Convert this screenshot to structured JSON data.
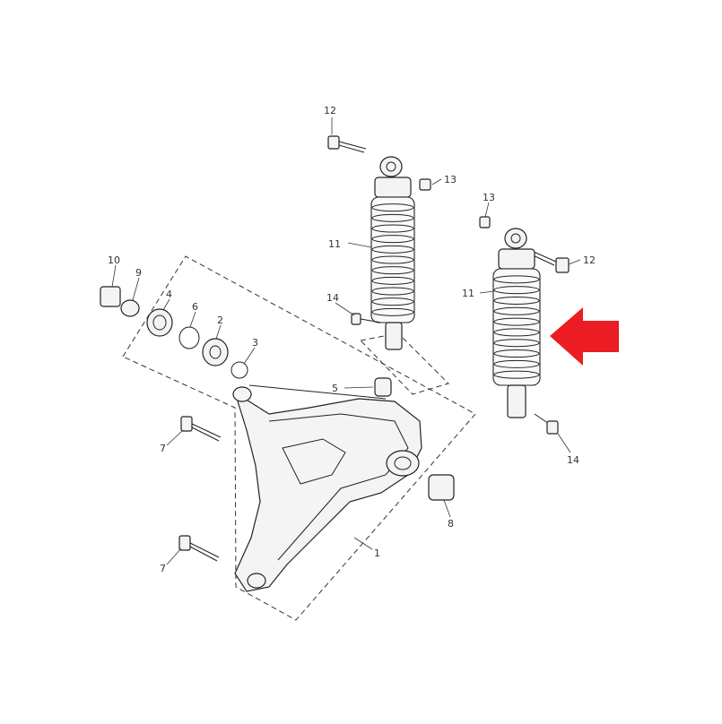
{
  "callouts": [
    "12",
    "13",
    "11",
    "14",
    "13",
    "12",
    "11",
    "14",
    "10",
    "9",
    "4",
    "6",
    "2",
    "3",
    "5",
    "7",
    "7",
    "1",
    "8"
  ],
  "colors": {
    "arrow": "#ec1c24",
    "line_art": "#222222",
    "background": "#ffffff"
  },
  "icons": [
    "pointer-arrow-icon"
  ]
}
